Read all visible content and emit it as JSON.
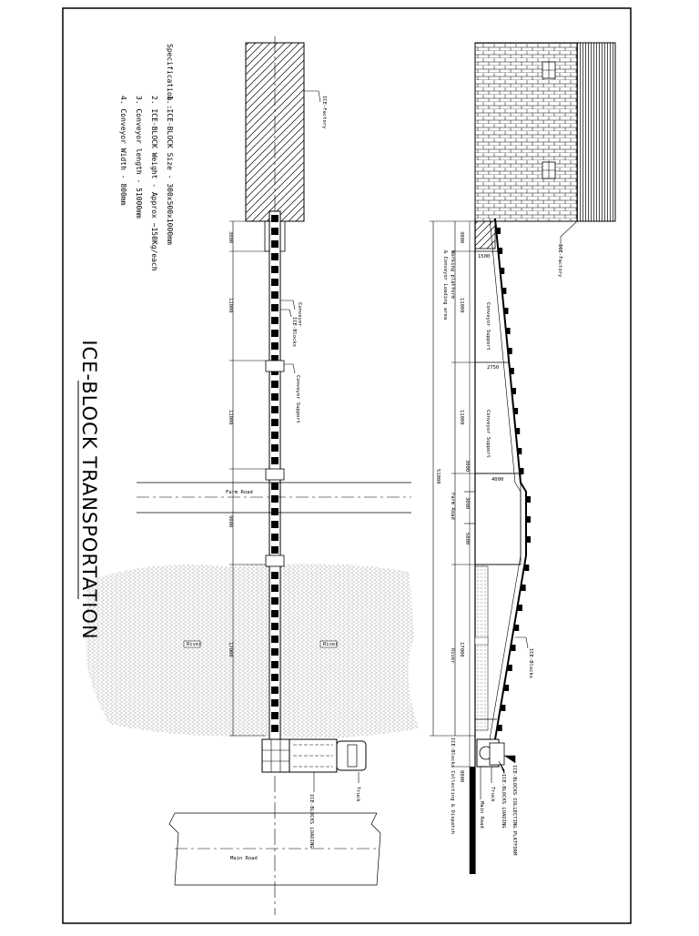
{
  "title": "ICE-BLOCK TRANSPORTATION",
  "specification": {
    "heading": "Specification :",
    "items": [
      "1. ICE-BLOCK Size - 300x500x1000mm",
      "2. ICE-BLOCK Weight - Approx ~150Kg/each",
      "3. Conveyor length - 51000mm",
      "4. Conveyor Width - 800mm"
    ]
  },
  "plan": {
    "labels": {
      "factory": "ICE-Factory",
      "conveyor": "Conveyor",
      "ice_blocks": "ICE-Blocks",
      "conveyor_support": "Conveyor Support",
      "farm_road": "Farm Road",
      "river_left": "River",
      "river_right": "River",
      "truck": "Truck",
      "loading": "ICE-BLOCKS LOADING",
      "main_road": "Main Road"
    },
    "dims": [
      "3000",
      "11000",
      "11000",
      "9000",
      "17000"
    ]
  },
  "elevation": {
    "labels": {
      "factory": "ICE-Factory",
      "working_platform": "Working platform",
      "loading_area": "& Conveyor Loading area",
      "conveyor_support_1": "Conveyor Support",
      "conveyor_support_2": "Conveyor Support",
      "farm_road": "Farm Road",
      "river": "River",
      "ice_blocks": "ICE-Blocks",
      "collecting_dispatch": "ICE-Blocks Collecting & Dispatch",
      "collecting_platform": "ICE-BLOCKS COLLECTING PLATFORM",
      "loading": "ICE-BLOCKS LOADING",
      "truck": "Truck",
      "main_road": "Main Road"
    },
    "dims": [
      "3000",
      "11000",
      "11000",
      "3000",
      "3000",
      "5000",
      "17000",
      "8000"
    ],
    "total": "51000",
    "heights": [
      "1500",
      "2750",
      "4000"
    ]
  }
}
